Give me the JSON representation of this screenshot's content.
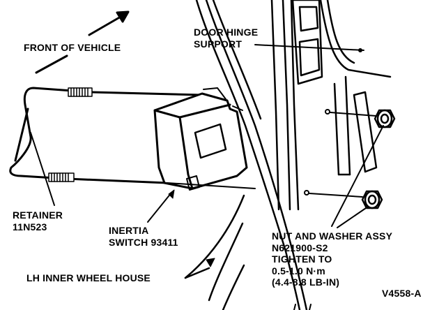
{
  "labels": {
    "front_of_vehicle": "FRONT OF VEHICLE",
    "door_hinge_support_1": "DOOR HINGE",
    "door_hinge_support_2": "SUPPORT",
    "retainer_1": "RETAINER",
    "retainer_2": "11N523",
    "inertia_switch_1": "INERTIA",
    "inertia_switch_2": "SWITCH 93411",
    "nut_washer_1": "NUT AND WASHER ASSY",
    "nut_washer_2": "N621900-S2",
    "nut_washer_3": "TIGHTEN TO",
    "nut_washer_4": "0.5-1.0 N·m",
    "nut_washer_5": "(4.4-8.8 LB-IN)",
    "lh_inner_wheel_house": "LH INNER WHEEL HOUSE",
    "figure_id": "V4558-A"
  },
  "colors": {
    "ink": "#000000",
    "paper": "#ffffff"
  }
}
